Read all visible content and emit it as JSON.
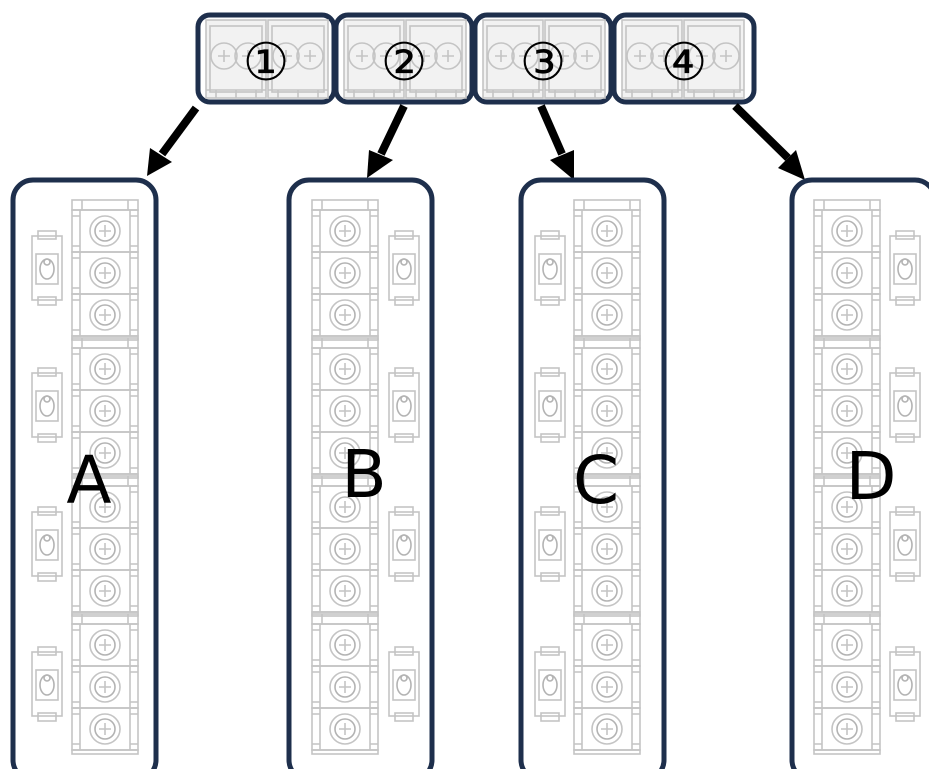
{
  "colors": {
    "frame": "#1e2f4c",
    "component": "#c4c4c4",
    "arrow": "#000000",
    "background": "#ffffff"
  },
  "modules": [
    {
      "number": "①",
      "target": "A"
    },
    {
      "number": "②",
      "target": "B"
    },
    {
      "number": "③",
      "target": "C"
    },
    {
      "number": "④",
      "target": "D"
    }
  ],
  "panels": [
    {
      "label": "A",
      "switch_side": "left"
    },
    {
      "label": "B",
      "switch_side": "right"
    },
    {
      "label": "C",
      "switch_side": "left"
    },
    {
      "label": "D",
      "switch_side": "right"
    }
  ]
}
